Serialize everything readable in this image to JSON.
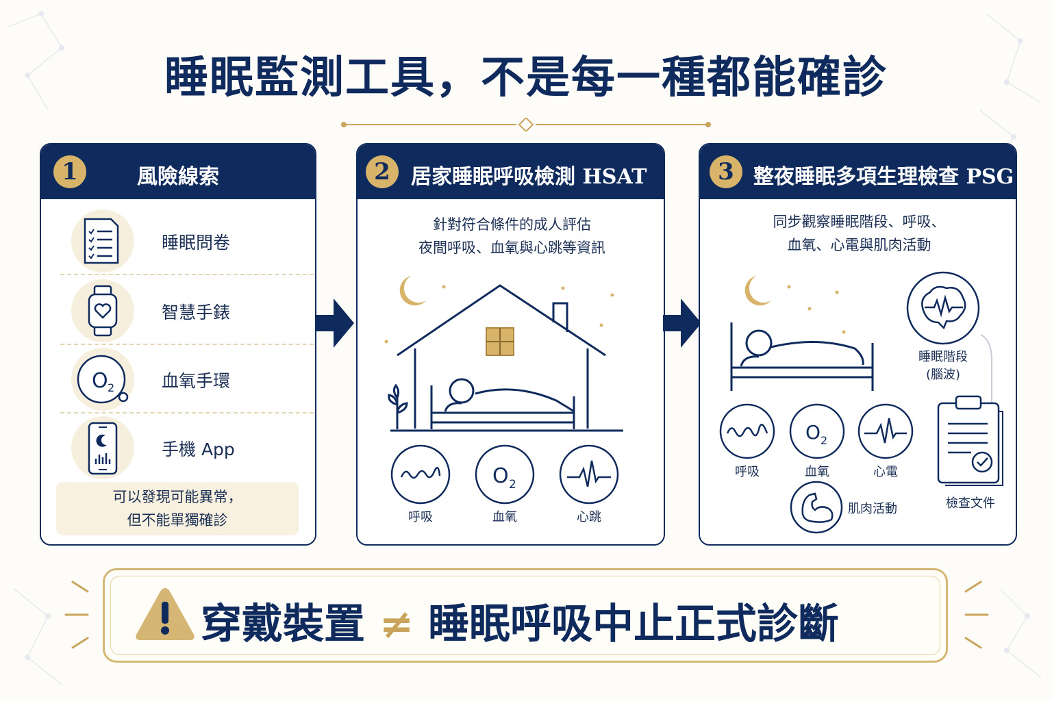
{
  "title": "睡眠監測工具，不是每一種都能確診",
  "colors": {
    "navy": "#0f2a5c",
    "gold": "#d8b36a",
    "cream": "#f8f1df"
  },
  "panels": [
    {
      "number": "1",
      "title": "風險線索",
      "items": [
        {
          "icon": "questionnaire-icon",
          "label": "睡眠問卷"
        },
        {
          "icon": "smartwatch-icon",
          "label": "智慧手錶"
        },
        {
          "icon": "oximeter-ring-icon",
          "label": "血氧手環"
        },
        {
          "icon": "phone-app-icon",
          "label": "手機 App"
        }
      ],
      "note_line1": "可以發現可能異常，",
      "note_line2": "但不能單獨確診"
    },
    {
      "number": "2",
      "title": "居家睡眠呼吸檢測 HSAT",
      "desc_line1": "針對符合條件的成人評估",
      "desc_line2": "夜間呼吸、血氧與心跳等資訊",
      "metrics": [
        {
          "icon": "breathing-wave-icon",
          "label": "呼吸"
        },
        {
          "icon": "oxygen-icon",
          "label": "血氧"
        },
        {
          "icon": "heartbeat-icon",
          "label": "心跳"
        }
      ]
    },
    {
      "number": "3",
      "title": "整夜睡眠多項生理檢查 PSG",
      "desc_line1": "同步觀察睡眠階段、呼吸、",
      "desc_line2": "血氧、心電與肌肉活動",
      "brain_label_line1": "睡眠階段",
      "brain_label_line2": "(腦波)",
      "metrics": [
        {
          "icon": "breathing-wave-icon",
          "label": "呼吸"
        },
        {
          "icon": "oxygen-icon",
          "label": "血氧"
        },
        {
          "icon": "ecg-icon",
          "label": "心電"
        }
      ],
      "muscle_label": "肌肉活動",
      "document_label": "檢查文件"
    }
  ],
  "banner": {
    "left": "穿戴裝置",
    "symbol": "≠",
    "right": "睡眠呼吸中止正式診斷"
  }
}
